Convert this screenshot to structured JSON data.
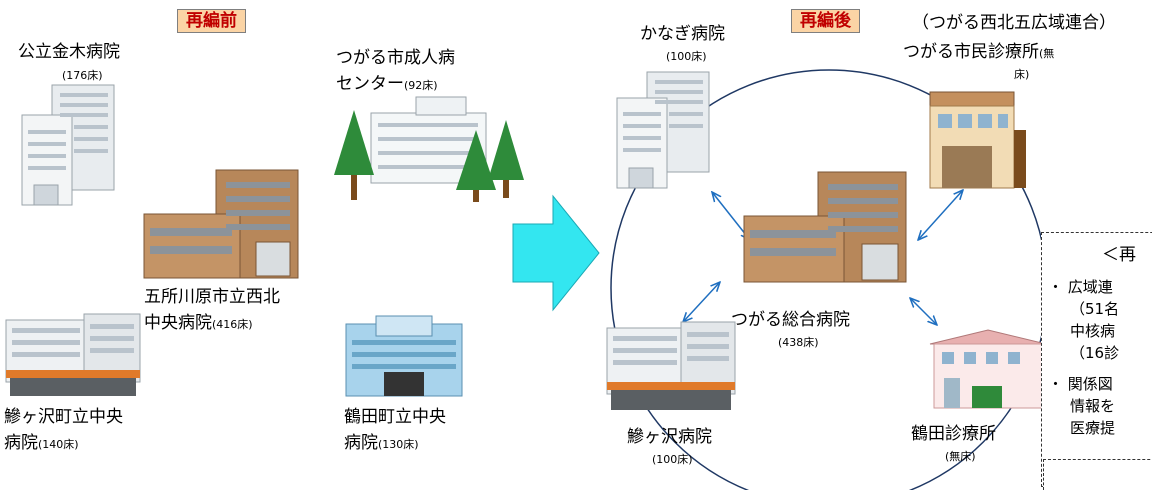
{
  "before": {
    "title": "再編前",
    "hospitals": [
      {
        "name": "公立金木病院",
        "beds": "(176床)"
      },
      {
        "name": "つがる市成人病",
        "name2": "センター",
        "beds": "(92床)"
      },
      {
        "name": "五所川原市立西北",
        "name2": "中央病院",
        "beds": "(416床)"
      },
      {
        "name": "鰺ヶ沢町立中央",
        "name2": "病院",
        "beds": "(140床)"
      },
      {
        "name": "鶴田町立中央",
        "name2": "病院",
        "beds": "(130床)"
      }
    ]
  },
  "after": {
    "title": "再編後",
    "consortium": "（つがる西北五広域連合）",
    "center": {
      "name": "つがる総合病院",
      "beds": "(438床)"
    },
    "satellites": [
      {
        "name": "かなぎ病院",
        "beds": "(100床)"
      },
      {
        "name": "つがる市民診療所",
        "beds_a": "(無",
        "beds_b": "床)"
      },
      {
        "name": "鰺ヶ沢病院",
        "beds": "(100床)"
      },
      {
        "name": "鶴田診療所",
        "beds": "(無床)"
      }
    ]
  },
  "notes": {
    "heading": "＜再",
    "lines": [
      "・ 広域連",
      "（51名",
      "中核病",
      "（16診",
      "・ 関係図",
      "情報を",
      "医療提"
    ]
  },
  "colors": {
    "arrow": "#33e6f0",
    "link": "#1f6fc0",
    "phase_bg": "#fbd4a5",
    "phase_text": "#c00000"
  }
}
